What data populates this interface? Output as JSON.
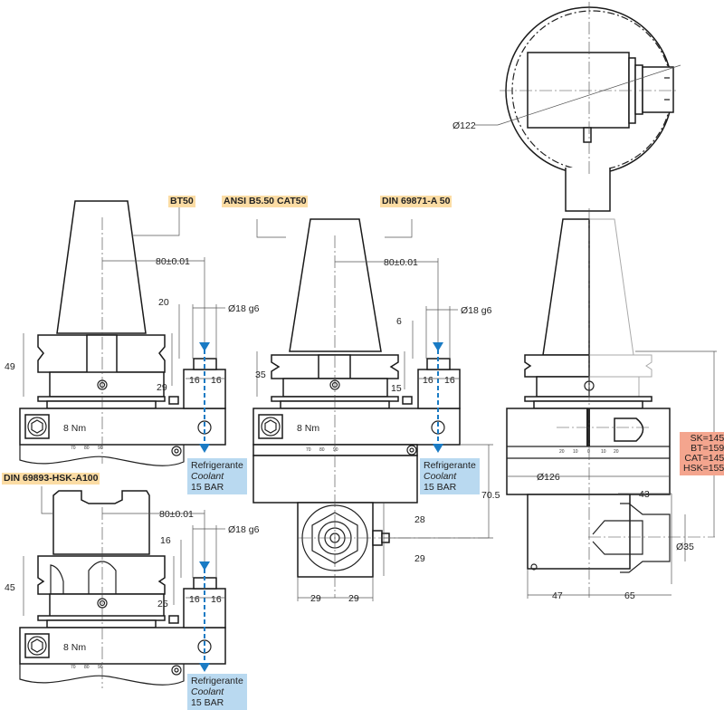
{
  "labels": {
    "bt50": "BT50",
    "cat50": "ANSI B5.50 CAT50",
    "din_a50": "DIN 69871-A 50",
    "hsk": "DIN 69893-HSK-A100"
  },
  "coolant": {
    "line1": "Refrigerante",
    "line2": "Coolant",
    "line3": "15 BAR"
  },
  "heights": {
    "sk": "SK=145",
    "bt": "BT=159",
    "cat": "CAT=145",
    "hsk": "HSK=155"
  },
  "dimensions": {
    "offset": "80±0.01",
    "pin_dia": "Ø18 g6",
    "bt_h1": "20",
    "bt_h2": "49",
    "bt_h3": "29",
    "cat_h1": "6",
    "cat_h2": "35",
    "cat_h3": "15",
    "hsk_h1": "16",
    "hsk_h2": "45",
    "hsk_h3": "25",
    "half": "16",
    "torque": "8 Nm",
    "drop": "70.5",
    "out_h1": "28",
    "out_h2": "29",
    "out_w": "29",
    "dia_top": "Ø122",
    "dia_body": "Ø126",
    "depth": "43",
    "collet_dia": "Ø35",
    "side_l": "47",
    "side_r": "65"
  },
  "scale_ticks": [
    "70",
    "80",
    "90"
  ],
  "scale_ticks_right": [
    "20",
    "10",
    "0",
    "10",
    "20"
  ]
}
